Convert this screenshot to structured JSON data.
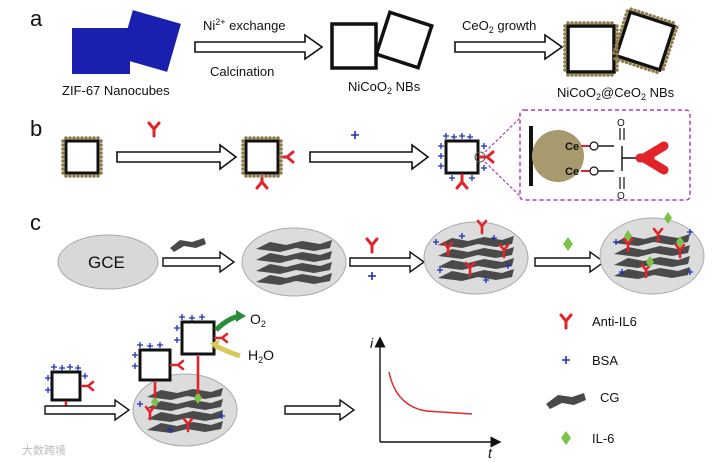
{
  "panels": {
    "a": "a",
    "b": "b",
    "c": "c"
  },
  "row_a": {
    "start_label": "ZIF-67 Nanocubes",
    "arrow1_top_pre": "Ni",
    "arrow1_top_sup": "2+",
    "arrow1_top_post": " exchange",
    "arrow1_bottom": "Calcination",
    "mid_label": "NiCoO",
    "mid_label_sub": "2",
    "mid_label_post": " NBs",
    "arrow2_top_pre": "CeO",
    "arrow2_top_sub": "2",
    "arrow2_top_post": " growth",
    "end_label_pre": "NiCoO",
    "end_label_sub1": "2",
    "end_label_mid": "@CeO",
    "end_label_sub2": "2",
    "end_label_post": " NBs"
  },
  "row_b": {
    "ce1": "Ce",
    "ce2": "Ce",
    "o_top": "O",
    "o_bottom": "O"
  },
  "row_c": {
    "electrode": "GCE",
    "o2_pre": "O",
    "o2_sub": "2",
    "h2o_pre": "H",
    "h2o_sub": "2",
    "h2o_post": "O",
    "axis_y": "i",
    "axis_x": "t"
  },
  "legend": {
    "anti": "Anti-IL6",
    "bsa": "BSA",
    "cg": "CG",
    "il6": "IL-6"
  },
  "watermark": "大数跨境",
  "colors": {
    "cube_blue": "#1a1fb0",
    "antibody_red": "#e0242a",
    "bsa_blue": "#1f2fb8",
    "il6_green": "#7bc24a",
    "ceo2_dot": "#8d7b4a",
    "ceo2_ball": "#a89a6e",
    "cg_gray": "#4a4a4a",
    "zoom_border": "#b23bb8",
    "curve": "#e02a2a",
    "arrow_green": "#2c8c3c"
  }
}
